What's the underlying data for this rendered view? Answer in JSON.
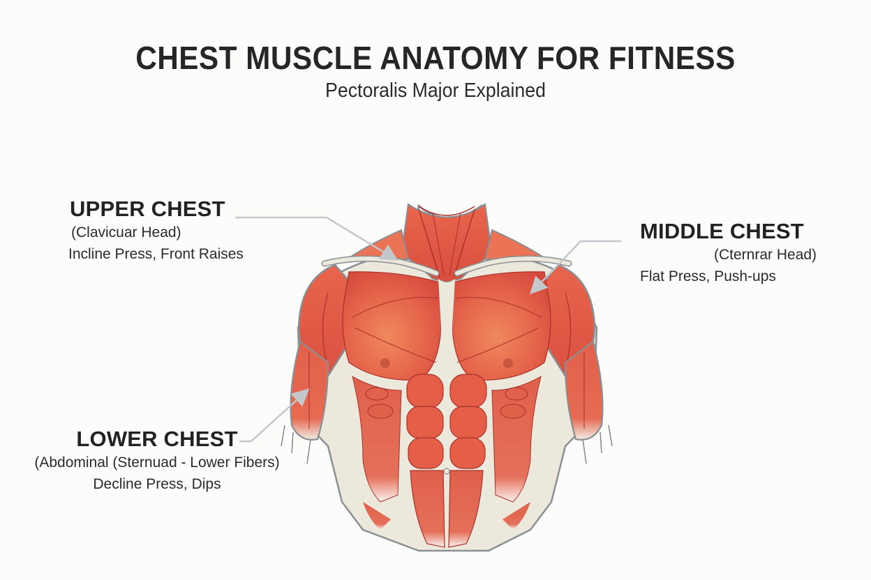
{
  "header": {
    "title": "CHEST MUSCLE ANATOMY FOR FITNESS",
    "subtitle": "Pectoralis Major Explained"
  },
  "labels": {
    "upper": {
      "heading": "UPPER CHEST",
      "head_name": "(Clavicuar Head)",
      "exercises": "Incline Press, Front Raises"
    },
    "middle": {
      "heading": "MIDDLE CHEST",
      "head_name": "(Cternrar Head)",
      "exercises": "Flat Press, Push-ups"
    },
    "lower": {
      "heading": "LOWER CHEST",
      "head_name": "(Abdominal (Sternuad - Lower Fibers)",
      "exercises": "Decline Press, Dips"
    }
  },
  "figure": {
    "description": "Front view of male torso muscle anatomy: neck, clavicles, deltoids, pectoralis major, biceps, serratus, obliques, rectus abdominis",
    "colors": {
      "muscle": "#e0614a",
      "muscle_light": "#ee7f62",
      "muscle_dark": "#a8302a",
      "tendon": "#ece9dc",
      "outline": "#8a8f94",
      "arrow": "#c3c8cc",
      "background": "#fcfcfb"
    }
  }
}
